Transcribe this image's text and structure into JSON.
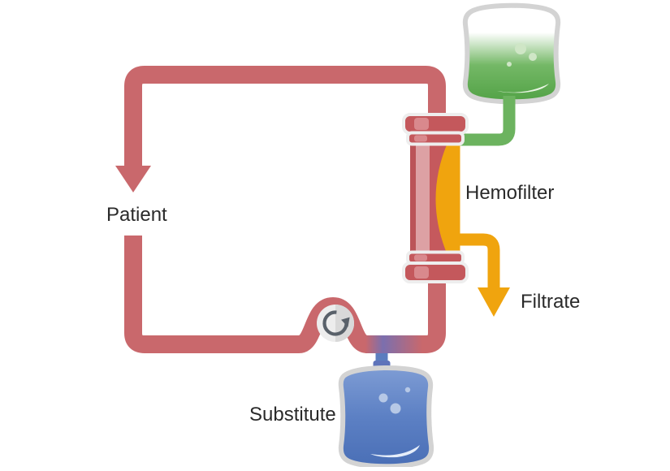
{
  "diagram": {
    "labels": {
      "patient": "Patient",
      "hemofilter": "Hemofilter",
      "filtrate": "Filtrate",
      "substitute": "Substitute"
    },
    "icons": {
      "pump": "clockwise-rotation-arrow-icon"
    }
  },
  "colors": {
    "background": "#ffffff",
    "blood": "#c9686c",
    "filter_body": "#c5595d",
    "filter_edge": "#bb5458",
    "filter_highlight": "#dda1a4",
    "cap_fill": "#c4585c",
    "cap_highlight": "#d9898d",
    "cap_outline": "#eeeeee",
    "orange": "#f0a40e",
    "green_tube": "#6cb35f",
    "green_mid": "#74b866",
    "green_fluid": "#52a246",
    "bubble_green": "#cfe6c6",
    "sheen_green": "#e9f5e3",
    "bag_outline": "#d3d3d3",
    "white": "#ffffff",
    "blue_tube": "#5b7dbf",
    "blue_port": "#5e73ba",
    "mix_mid": "#7b6fae",
    "blue_light": "#7e9cd4",
    "blue_mid": "#5c80c4",
    "blue_dark": "#4a6fb6",
    "bubble_blue": "#b6c8e6",
    "sheen_blue": "#e6eefa",
    "pump_left": "#ededed",
    "pump_right": "#d9d9d9",
    "pump_arrow": "#59616a",
    "text": "#2a2a2a"
  }
}
